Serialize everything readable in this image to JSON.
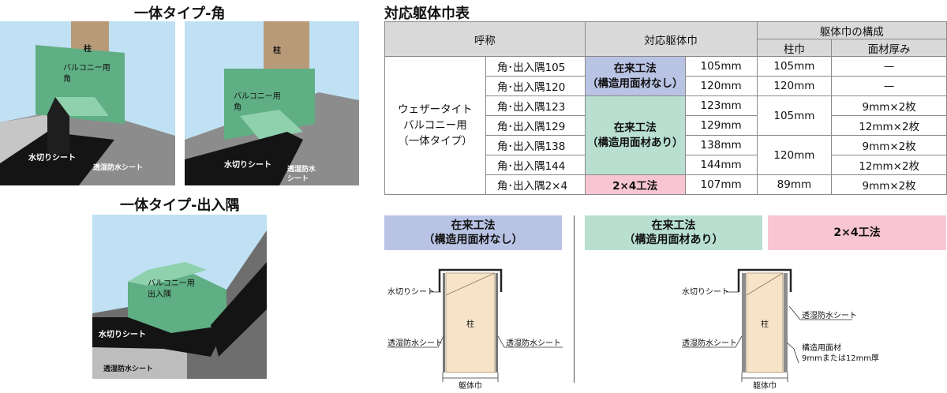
{
  "headings": {
    "kaku": "一体タイプ-角",
    "deiri": "一体タイプ-出入隅",
    "table_title": "対応躯体巾表"
  },
  "illust_kaku_left": {
    "hashira": "柱",
    "balcony_line1": "バルコニー用",
    "balcony_line2": "角",
    "mizukiri": "水切りシート",
    "tosshitsu": "透湿防水シート"
  },
  "illust_kaku_right": {
    "hashira": "柱",
    "balcony_line1": "バルコニー用",
    "balcony_line2": "角",
    "mizukiri": "水切りシート",
    "tosshitsu_line1": "透湿防水",
    "tosshitsu_line2": "シート"
  },
  "illust_deiri": {
    "balcony_line1": "バルコニー用",
    "balcony_line2": "出入隅",
    "mizukiri": "水切りシート",
    "tosshitsu": "透湿防水シート"
  },
  "table": {
    "col_yobi": "呼称",
    "col_taio": "対応躯体巾",
    "col_kosei": "躯体巾の構成",
    "col_hashira": "柱巾",
    "col_menzai": "面材厚み",
    "product_line1": "ウェザータイト",
    "product_line2": "バルコニー用",
    "product_line3": "（一体タイプ）",
    "method_blue_line1": "在来工法",
    "method_blue_line2": "（構造用面材なし）",
    "method_green_line1": "在来工法",
    "method_green_line2": "（構造用面材あり）",
    "method_pink": "2×4工法",
    "rows": [
      {
        "name": "角･出入隅105",
        "width": "105mm",
        "pillar": "105mm",
        "board": "—"
      },
      {
        "name": "角･出入隅120",
        "width": "120mm",
        "pillar": "120mm",
        "board": "—"
      },
      {
        "name": "角･出入隅123",
        "width": "123mm",
        "pillar": "105mm",
        "board": "9mm×2枚"
      },
      {
        "name": "角･出入隅129",
        "width": "129mm",
        "pillar": "",
        "board": "12mm×2枚"
      },
      {
        "name": "角･出入隅138",
        "width": "138mm",
        "pillar": "120mm",
        "board": "9mm×2枚"
      },
      {
        "name": "角･出入隅144",
        "width": "144mm",
        "pillar": "",
        "board": "12mm×2枚"
      },
      {
        "name": "角･出入隅2×4",
        "width": "107mm",
        "pillar": "89mm",
        "board": "9mm×2枚"
      }
    ]
  },
  "swatches": {
    "blue_line1": "在来工法",
    "blue_line2": "（構造用面材なし）",
    "green_line1": "在来工法",
    "green_line2": "（構造用面材あり）",
    "pink": "2×4工法"
  },
  "diagram_left": {
    "mizukiri": "水切りシート",
    "hashira": "柱",
    "tosshitsu_l": "透湿防水シート",
    "tosshitsu_r": "透湿防水シート",
    "kutai": "躯体巾"
  },
  "diagram_right": {
    "mizukiri": "水切りシート",
    "hashira": "柱",
    "tosshitsu_r": "透湿防水シート",
    "tosshitsu_l": "透湿防水シート",
    "kozo_line1": "構造用面材",
    "kozo_line2": "9mmまたは12mm厚",
    "kutai": "躯体巾"
  },
  "colors": {
    "sky": "#bfe1f3",
    "green": "#5fae84",
    "green_light": "#8fd0ad",
    "pillar": "#b89a78",
    "sheet_black": "#141414",
    "wall_gray": "#8a8a8a",
    "blue_swatch": "#b9c3e4",
    "green_swatch": "#b8dfd0",
    "pink_swatch": "#f8c5d2",
    "wood": "#f7e3c8"
  },
  "icons": [
    "balcony-corner-illustration",
    "balcony-inout-corner-illustration",
    "wall-section-diagram"
  ]
}
